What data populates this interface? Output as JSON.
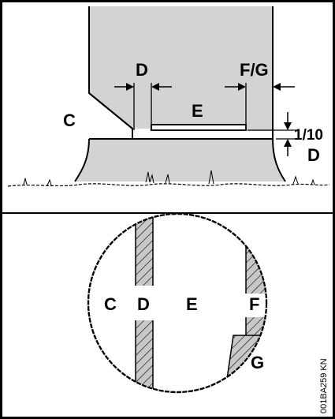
{
  "labels": {
    "top_c": "C",
    "top_d": "D",
    "top_fg": "F/G",
    "top_e": "E",
    "top_ratio": "1/10",
    "top_d_right": "D",
    "bottom_c": "C",
    "bottom_d": "D",
    "bottom_e": "E",
    "bottom_f": "F",
    "bottom_g": "G"
  },
  "figure_code": "001BA259 KN",
  "colors": {
    "trunk": "#d3d3d3",
    "line": "#000000",
    "background": "#ffffff"
  }
}
